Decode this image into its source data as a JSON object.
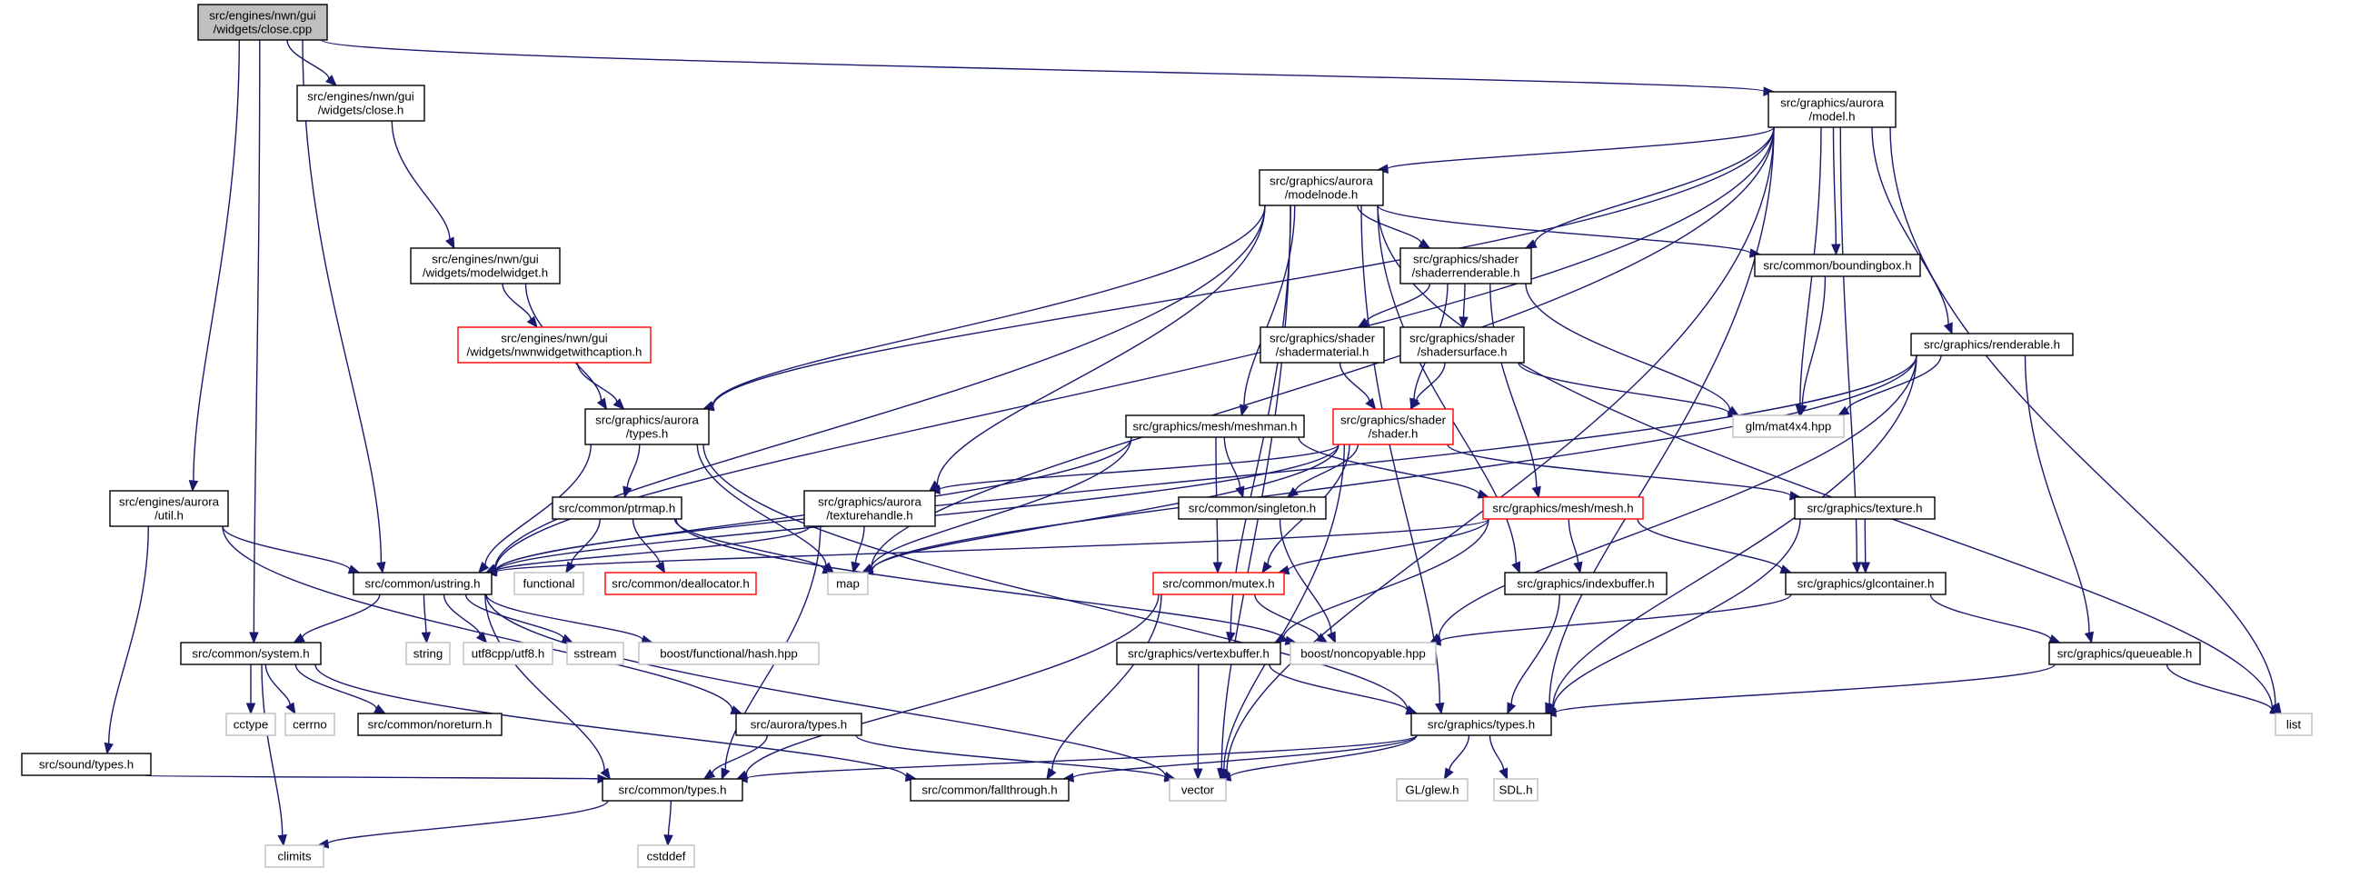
{
  "diagram": {
    "type": "include-dependency-graph",
    "colors": {
      "edge": "#191970",
      "root_fill": "#bfbfbf",
      "red_border": "#ff0000",
      "gray_border": "#bfbfbf",
      "normal_border": "#000000"
    },
    "nodes": [
      {
        "id": "root",
        "lines": [
          "src/engines/nwn/gui",
          "/widgets/close.cpp"
        ],
        "style": "root"
      },
      {
        "id": "close_h",
        "lines": [
          "src/engines/nwn/gui",
          "/widgets/close.h"
        ],
        "style": "normal"
      },
      {
        "id": "model_h",
        "lines": [
          "src/graphics/aurora",
          "/model.h"
        ],
        "style": "normal"
      },
      {
        "id": "modelnode_h",
        "lines": [
          "src/graphics/aurora",
          "/modelnode.h"
        ],
        "style": "normal"
      },
      {
        "id": "modelwidget_h",
        "lines": [
          "src/engines/nwn/gui",
          "/widgets/modelwidget.h"
        ],
        "style": "normal"
      },
      {
        "id": "nwnwidgetwithcaption_h",
        "lines": [
          "src/engines/nwn/gui",
          "/widgets/nwnwidgetwithcaption.h"
        ],
        "style": "red"
      },
      {
        "id": "shaderrenderable_h",
        "lines": [
          "src/graphics/shader",
          "/shaderrenderable.h"
        ],
        "style": "normal"
      },
      {
        "id": "boundingbox_h",
        "lines": [
          "src/common/boundingbox.h"
        ],
        "style": "normal"
      },
      {
        "id": "shadermaterial_h",
        "lines": [
          "src/graphics/shader",
          "/shadermaterial.h"
        ],
        "style": "normal"
      },
      {
        "id": "shadersurface_h",
        "lines": [
          "src/graphics/shader",
          "/shadersurface.h"
        ],
        "style": "normal"
      },
      {
        "id": "renderable_h",
        "lines": [
          "src/graphics/renderable.h"
        ],
        "style": "normal"
      },
      {
        "id": "aurora_types_h",
        "lines": [
          "src/graphics/aurora",
          "/types.h"
        ],
        "style": "normal"
      },
      {
        "id": "meshman_h",
        "lines": [
          "src/graphics/mesh/meshman.h"
        ],
        "style": "normal"
      },
      {
        "id": "shader_h",
        "lines": [
          "src/graphics/shader",
          "/shader.h"
        ],
        "style": "red"
      },
      {
        "id": "mat4x4",
        "lines": [
          "glm/mat4x4.hpp"
        ],
        "style": "gray"
      },
      {
        "id": "engines_aurora_util_h",
        "lines": [
          "src/engines/aurora",
          "/util.h"
        ],
        "style": "normal"
      },
      {
        "id": "ptrmap_h",
        "lines": [
          "src/common/ptrmap.h"
        ],
        "style": "normal"
      },
      {
        "id": "texturehandle_h",
        "lines": [
          "src/graphics/aurora",
          "/texturehandle.h"
        ],
        "style": "normal"
      },
      {
        "id": "singleton_h",
        "lines": [
          "src/common/singleton.h"
        ],
        "style": "normal"
      },
      {
        "id": "mesh_h",
        "lines": [
          "src/graphics/mesh/mesh.h"
        ],
        "style": "red"
      },
      {
        "id": "texture_h",
        "lines": [
          "src/graphics/texture.h"
        ],
        "style": "normal"
      },
      {
        "id": "ustring_h",
        "lines": [
          "src/common/ustring.h"
        ],
        "style": "normal"
      },
      {
        "id": "functional",
        "lines": [
          "functional"
        ],
        "style": "gray"
      },
      {
        "id": "deallocator_h",
        "lines": [
          "src/common/deallocator.h"
        ],
        "style": "red"
      },
      {
        "id": "map",
        "lines": [
          "map"
        ],
        "style": "gray"
      },
      {
        "id": "mutex_h",
        "lines": [
          "src/common/mutex.h"
        ],
        "style": "red"
      },
      {
        "id": "indexbuffer_h",
        "lines": [
          "src/graphics/indexbuffer.h"
        ],
        "style": "normal"
      },
      {
        "id": "glcontainer_h",
        "lines": [
          "src/graphics/glcontainer.h"
        ],
        "style": "normal"
      },
      {
        "id": "string",
        "lines": [
          "string"
        ],
        "style": "gray"
      },
      {
        "id": "utf8",
        "lines": [
          "utf8cpp/utf8.h"
        ],
        "style": "gray"
      },
      {
        "id": "sstream",
        "lines": [
          "sstream"
        ],
        "style": "gray"
      },
      {
        "id": "hash_hpp",
        "lines": [
          "boost/functional/hash.hpp"
        ],
        "style": "gray"
      },
      {
        "id": "noncopyable",
        "lines": [
          "boost/noncopyable.hpp"
        ],
        "style": "gray"
      },
      {
        "id": "system_h",
        "lines": [
          "src/common/system.h"
        ],
        "style": "normal"
      },
      {
        "id": "vertexbuffer_h",
        "lines": [
          "src/graphics/vertexbuffer.h"
        ],
        "style": "normal"
      },
      {
        "id": "queueable_h",
        "lines": [
          "src/graphics/queueable.h"
        ],
        "style": "normal"
      },
      {
        "id": "cctype",
        "lines": [
          "cctype"
        ],
        "style": "gray"
      },
      {
        "id": "cerrno",
        "lines": [
          "cerrno"
        ],
        "style": "gray"
      },
      {
        "id": "noreturn_h",
        "lines": [
          "src/common/noreturn.h"
        ],
        "style": "normal"
      },
      {
        "id": "src_aurora_types_h",
        "lines": [
          "src/aurora/types.h"
        ],
        "style": "normal"
      },
      {
        "id": "graphics_types_h",
        "lines": [
          "src/graphics/types.h"
        ],
        "style": "normal"
      },
      {
        "id": "list",
        "lines": [
          "list"
        ],
        "style": "gray"
      },
      {
        "id": "sound_types_h",
        "lines": [
          "src/sound/types.h"
        ],
        "style": "normal"
      },
      {
        "id": "common_types_h",
        "lines": [
          "src/common/types.h"
        ],
        "style": "normal"
      },
      {
        "id": "fallthrough_h",
        "lines": [
          "src/common/fallthrough.h"
        ],
        "style": "normal"
      },
      {
        "id": "vector",
        "lines": [
          "vector"
        ],
        "style": "gray"
      },
      {
        "id": "glew",
        "lines": [
          "GL/glew.h"
        ],
        "style": "gray"
      },
      {
        "id": "sdl",
        "lines": [
          "SDL.h"
        ],
        "style": "gray"
      },
      {
        "id": "climits",
        "lines": [
          "climits"
        ],
        "style": "gray"
      },
      {
        "id": "cstddef",
        "lines": [
          "cstddef"
        ],
        "style": "gray"
      }
    ],
    "edges": [
      [
        "root",
        "close_h"
      ],
      [
        "root",
        "model_h"
      ],
      [
        "root",
        "engines_aurora_util_h"
      ],
      [
        "root",
        "ustring_h"
      ],
      [
        "root",
        "system_h"
      ],
      [
        "close_h",
        "modelwidget_h"
      ],
      [
        "modelwidget_h",
        "nwnwidgetwithcaption_h"
      ],
      [
        "modelwidget_h",
        "aurora_types_h"
      ],
      [
        "nwnwidgetwithcaption_h",
        "aurora_types_h"
      ],
      [
        "model_h",
        "modelnode_h"
      ],
      [
        "model_h",
        "shaderrenderable_h"
      ],
      [
        "model_h",
        "boundingbox_h"
      ],
      [
        "model_h",
        "mat4x4"
      ],
      [
        "model_h",
        "renderable_h"
      ],
      [
        "model_h",
        "glcontainer_h"
      ],
      [
        "model_h",
        "graphics_types_h"
      ],
      [
        "model_h",
        "list"
      ],
      [
        "model_h",
        "vector"
      ],
      [
        "model_h",
        "aurora_types_h"
      ],
      [
        "model_h",
        "ustring_h"
      ],
      [
        "model_h",
        "map"
      ],
      [
        "modelnode_h",
        "shaderrenderable_h"
      ],
      [
        "modelnode_h",
        "boundingbox_h"
      ],
      [
        "modelnode_h",
        "aurora_types_h"
      ],
      [
        "modelnode_h",
        "meshman_h"
      ],
      [
        "modelnode_h",
        "texturehandle_h"
      ],
      [
        "modelnode_h",
        "ustring_h"
      ],
      [
        "modelnode_h",
        "vector"
      ],
      [
        "modelnode_h",
        "vertexbuffer_h"
      ],
      [
        "modelnode_h",
        "indexbuffer_h"
      ],
      [
        "modelnode_h",
        "graphics_types_h"
      ],
      [
        "modelnode_h",
        "list"
      ],
      [
        "shaderrenderable_h",
        "shadermaterial_h"
      ],
      [
        "shaderrenderable_h",
        "shadersurface_h"
      ],
      [
        "shaderrenderable_h",
        "shader_h"
      ],
      [
        "shaderrenderable_h",
        "mesh_h"
      ],
      [
        "shaderrenderable_h",
        "mat4x4"
      ],
      [
        "shadermaterial_h",
        "shader_h"
      ],
      [
        "shadersurface_h",
        "shader_h"
      ],
      [
        "shadersurface_h",
        "mat4x4"
      ],
      [
        "boundingbox_h",
        "mat4x4"
      ],
      [
        "renderable_h",
        "mat4x4"
      ],
      [
        "renderable_h",
        "queueable_h"
      ],
      [
        "renderable_h",
        "graphics_types_h"
      ],
      [
        "renderable_h",
        "noncopyable"
      ],
      [
        "renderable_h",
        "ustring_h"
      ],
      [
        "renderable_h",
        "map"
      ],
      [
        "aurora_types_h",
        "ptrmap_h"
      ],
      [
        "aurora_types_h",
        "ustring_h"
      ],
      [
        "aurora_types_h",
        "map"
      ],
      [
        "aurora_types_h",
        "graphics_types_h"
      ],
      [
        "meshman_h",
        "singleton_h"
      ],
      [
        "meshman_h",
        "mutex_h"
      ],
      [
        "meshman_h",
        "mesh_h"
      ],
      [
        "meshman_h",
        "ustring_h"
      ],
      [
        "meshman_h",
        "map"
      ],
      [
        "shader_h",
        "texture_h"
      ],
      [
        "shader_h",
        "singleton_h"
      ],
      [
        "shader_h",
        "mutex_h"
      ],
      [
        "shader_h",
        "texturehandle_h"
      ],
      [
        "shader_h",
        "ustring_h"
      ],
      [
        "shader_h",
        "vector"
      ],
      [
        "shader_h",
        "map"
      ],
      [
        "engines_aurora_util_h",
        "ustring_h"
      ],
      [
        "engines_aurora_util_h",
        "src_aurora_types_h"
      ],
      [
        "engines_aurora_util_h",
        "sound_types_h"
      ],
      [
        "ptrmap_h",
        "functional"
      ],
      [
        "ptrmap_h",
        "deallocator_h"
      ],
      [
        "ptrmap_h",
        "map"
      ],
      [
        "ptrmap_h",
        "noncopyable"
      ],
      [
        "texturehandle_h",
        "ustring_h"
      ],
      [
        "texturehandle_h",
        "map"
      ],
      [
        "texturehandle_h",
        "common_types_h"
      ],
      [
        "singleton_h",
        "noncopyable"
      ],
      [
        "mesh_h",
        "indexbuffer_h"
      ],
      [
        "mesh_h",
        "vertexbuffer_h"
      ],
      [
        "mesh_h",
        "glcontainer_h"
      ],
      [
        "mesh_h",
        "mutex_h"
      ],
      [
        "mesh_h",
        "ustring_h"
      ],
      [
        "texture_h",
        "glcontainer_h"
      ],
      [
        "texture_h",
        "graphics_types_h"
      ],
      [
        "ustring_h",
        "string"
      ],
      [
        "ustring_h",
        "utf8"
      ],
      [
        "ustring_h",
        "sstream"
      ],
      [
        "ustring_h",
        "hash_hpp"
      ],
      [
        "ustring_h",
        "system_h"
      ],
      [
        "ustring_h",
        "common_types_h"
      ],
      [
        "ustring_h",
        "vector"
      ],
      [
        "mutex_h",
        "noncopyable"
      ],
      [
        "mutex_h",
        "fallthrough_h"
      ],
      [
        "mutex_h",
        "common_types_h"
      ],
      [
        "indexbuffer_h",
        "graphics_types_h"
      ],
      [
        "glcontainer_h",
        "queueable_h"
      ],
      [
        "glcontainer_h",
        "noncopyable"
      ],
      [
        "system_h",
        "cctype"
      ],
      [
        "system_h",
        "cerrno"
      ],
      [
        "system_h",
        "noreturn_h"
      ],
      [
        "system_h",
        "climits"
      ],
      [
        "system_h",
        "fallthrough_h"
      ],
      [
        "vertexbuffer_h",
        "vector"
      ],
      [
        "vertexbuffer_h",
        "graphics_types_h"
      ],
      [
        "queueable_h",
        "graphics_types_h"
      ],
      [
        "queueable_h",
        "list"
      ],
      [
        "src_aurora_types_h",
        "common_types_h"
      ],
      [
        "src_aurora_types_h",
        "vector"
      ],
      [
        "graphics_types_h",
        "glew"
      ],
      [
        "graphics_types_h",
        "sdl"
      ],
      [
        "graphics_types_h",
        "vector"
      ],
      [
        "graphics_types_h",
        "common_types_h"
      ],
      [
        "graphics_types_h",
        "fallthrough_h"
      ],
      [
        "sound_types_h",
        "common_types_h"
      ],
      [
        "common_types_h",
        "climits"
      ],
      [
        "common_types_h",
        "cstddef"
      ]
    ]
  }
}
